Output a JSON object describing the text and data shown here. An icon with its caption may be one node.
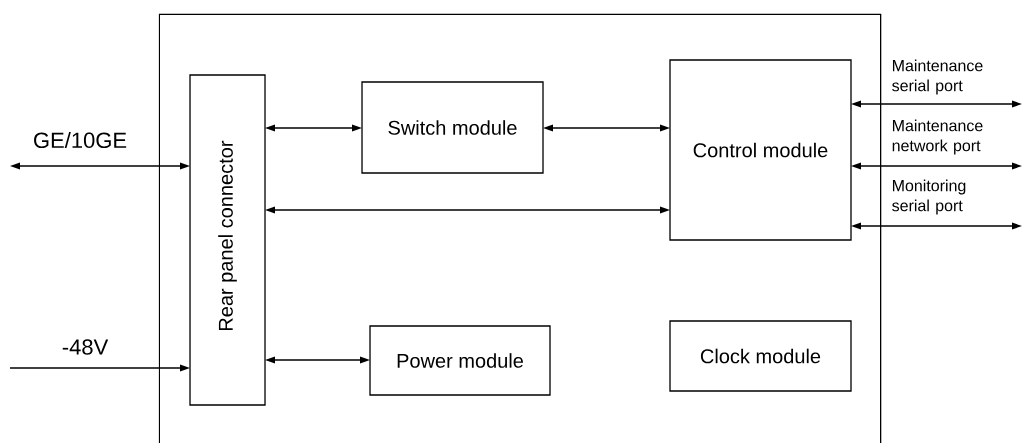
{
  "diagram": {
    "nodes": [
      {
        "text": [],
        "shape": "box"
      },
      {
        "text": [
          "Rear panel connector"
        ],
        "in": 0
      },
      {
        "text": [
          "Switch module"
        ],
        "in": 0
      },
      {
        "text": [
          "Control module"
        ],
        "in": 0
      },
      {
        "text": [
          "Power module"
        ],
        "in": 0
      },
      {
        "text": [
          "Clock module"
        ],
        "in": 0
      }
    ],
    "edges": [
      {
        "from": null,
        "to": 1,
        "arrow": "both",
        "label": "GE/10GE"
      },
      {
        "from": null,
        "to": 1,
        "arrow": "to",
        "label": "-48V"
      },
      {
        "from": 1,
        "to": 2,
        "arrow": "both"
      },
      {
        "from": 2,
        "to": 3,
        "arrow": "both"
      },
      {
        "from": 1,
        "to": 3,
        "arrow": "both"
      },
      {
        "from": 1,
        "to": 4,
        "arrow": "both"
      },
      {
        "from": 3,
        "to": null,
        "arrow": "both",
        "label": "Maintenance serial port"
      },
      {
        "from": 3,
        "to": null,
        "arrow": "both",
        "label": "Maintenance network port"
      },
      {
        "from": 3,
        "to": null,
        "arrow": "both",
        "label": "Monitoring serial port"
      }
    ]
  }
}
